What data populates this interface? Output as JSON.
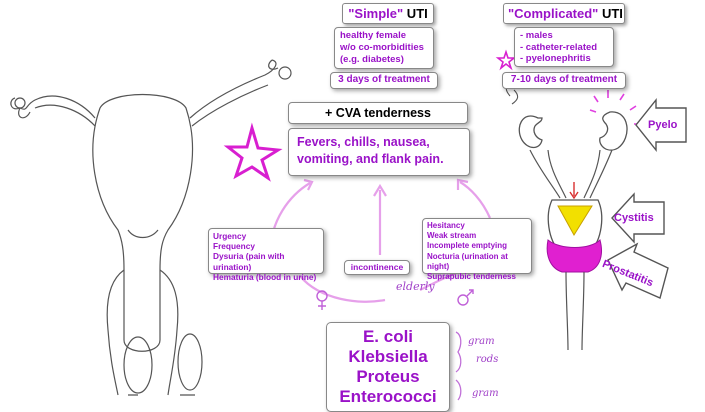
{
  "simple": {
    "title_quote": "\"Simple\"",
    "title_rest": " UTI",
    "items": [
      "healthy female",
      "w/o co-morbidities",
      "(e.g. diabetes)"
    ],
    "treatment": "3 days of treatment"
  },
  "complicated": {
    "title_quote": "\"Complicated\"",
    "title_rest": " UTI",
    "items": [
      "- males",
      "- catheter-related",
      "- pyelonephritis"
    ],
    "treatment": "7-10 days of treatment"
  },
  "cva": "+ CVA tenderness",
  "fevers": [
    "Fevers, chills, nausea,",
    "vomiting, and flank pain."
  ],
  "female_symptoms": [
    "Urgency",
    "Frequency",
    "Dysuria (pain with urination)",
    "Hematuria (blood in urine)"
  ],
  "male_symptoms": [
    "Hesitancy",
    "Weak stream",
    "Incomplete emptying",
    "Nocturia (urination at night)",
    "Suprapubic tenderness"
  ],
  "incontinence": "incontinence",
  "elderly": "elderly",
  "organisms": [
    "E. coli",
    "Klebsiella",
    "Proteus",
    "Enterococci"
  ],
  "gram_neg": [
    "gram",
    "rods"
  ],
  "gram_pos": "gram",
  "arrows": {
    "pyelo": "Pyelo",
    "cystitis": "Cystitis",
    "prostatitis": "Prostatitis"
  },
  "colors": {
    "accent": "#9a12c8",
    "magenta": "#e020d0",
    "yellow": "#f2e000",
    "pencil": "#444444"
  }
}
